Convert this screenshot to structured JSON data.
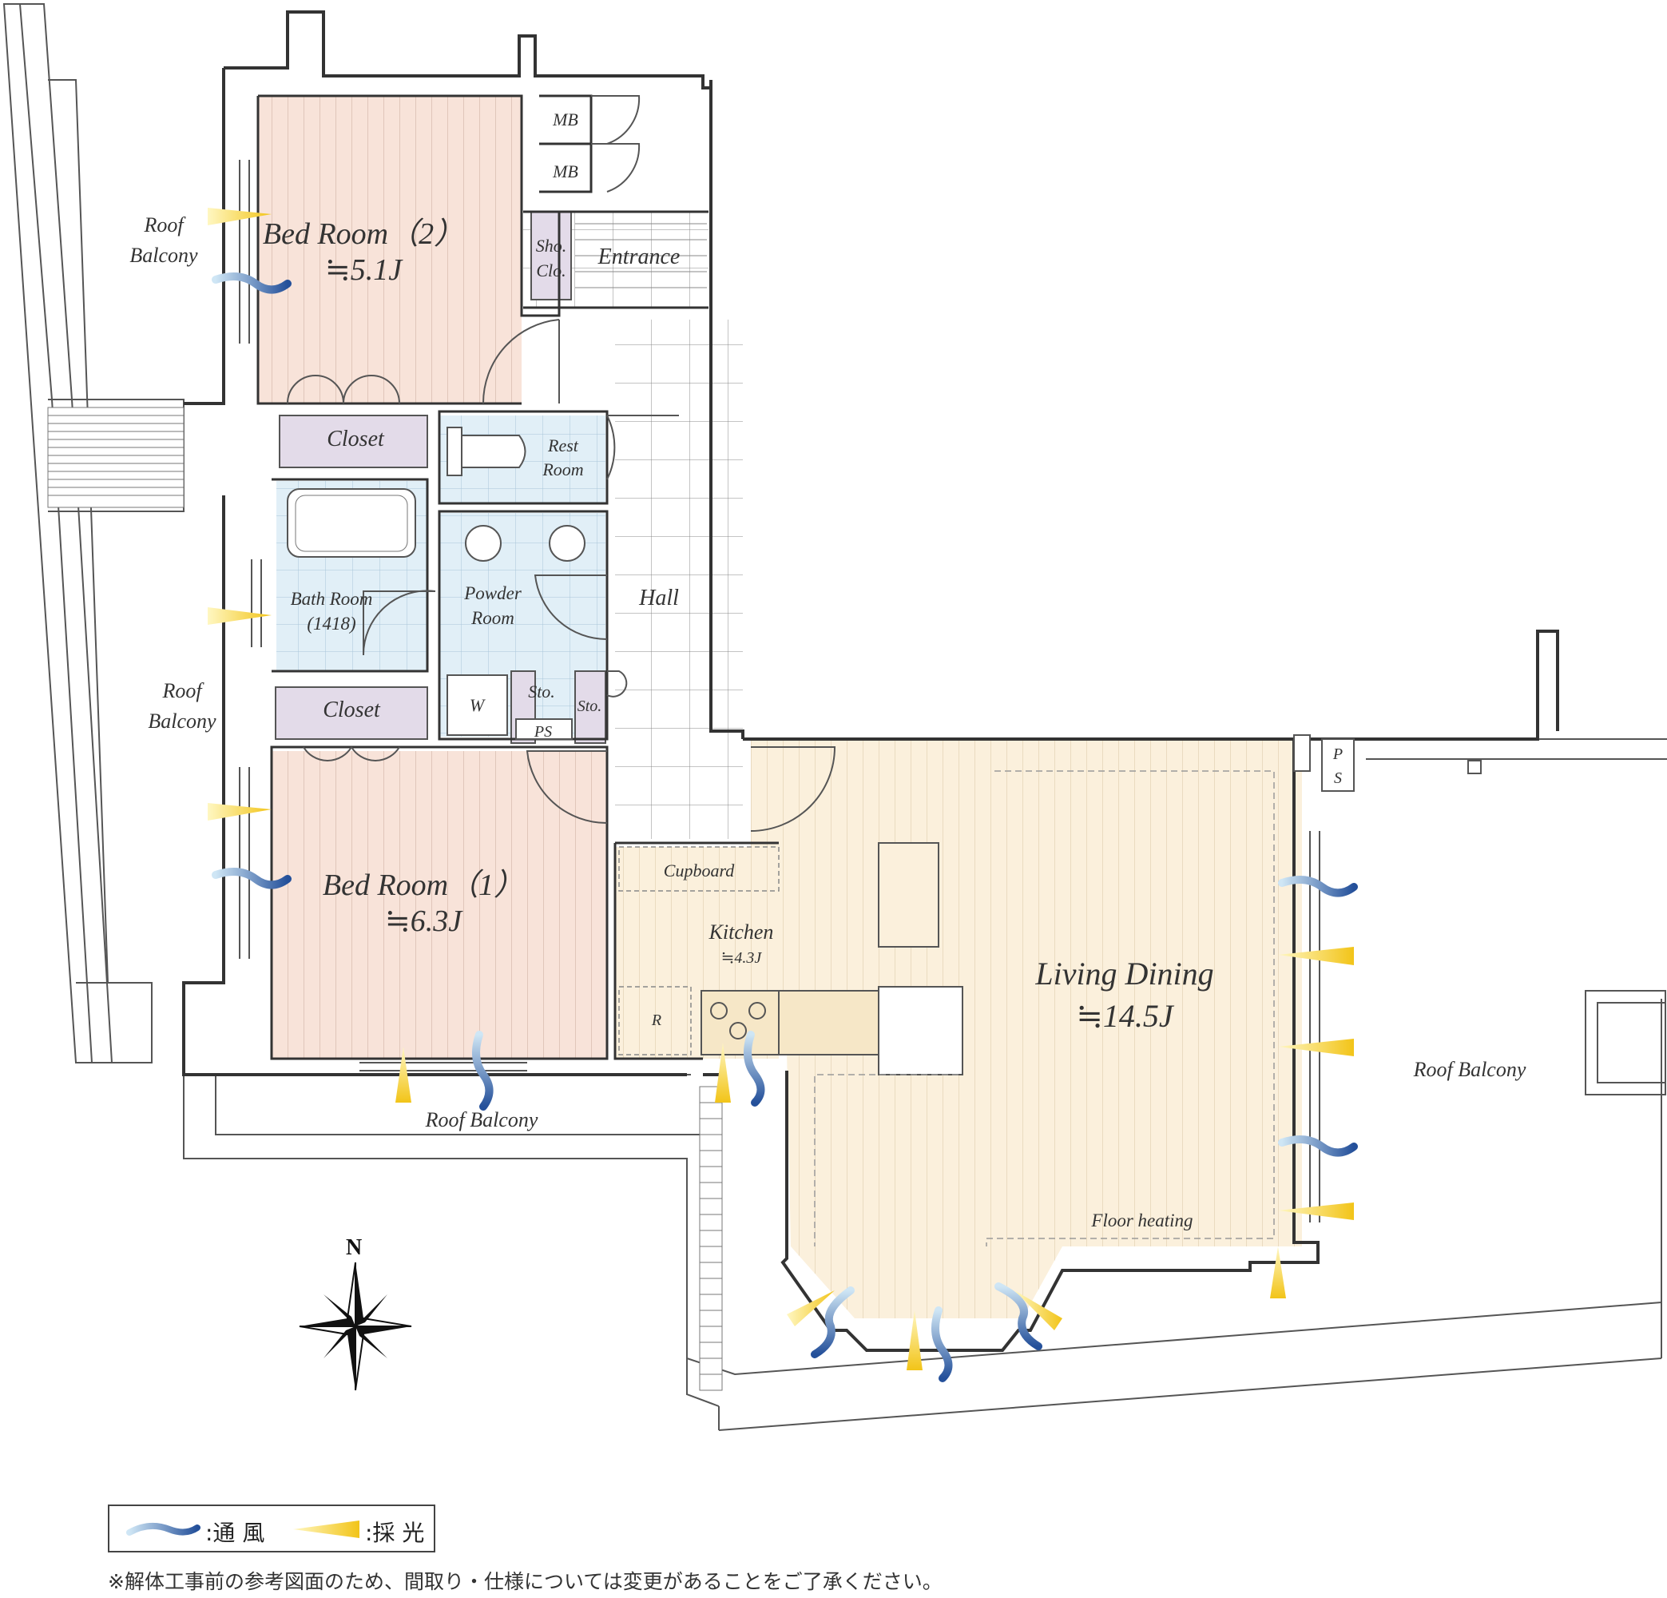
{
  "rooms": {
    "bed2_name": "Bed Room（2）",
    "bed2_size": "≒5.1J",
    "bed1_name": "Bed Room（1）",
    "bed1_size": "≒6.3J",
    "mb1": "MB",
    "mb2": "MB",
    "sho": "Sho.",
    "clo": "Clo.",
    "entrance": "Entrance",
    "closet_top": "Closet",
    "closet_bottom": "Closet",
    "rest_1": "Rest",
    "rest_2": "Room",
    "bath_1": "Bath Room",
    "bath_2": "(1418)",
    "powder_1": "Powder",
    "powder_2": "Room",
    "hall": "Hall",
    "w": "W",
    "sto1": "Sto.",
    "sto2": "Sto.",
    "ps1": "PS",
    "ps2_p": "P",
    "ps2_s": "S",
    "cupboard": "Cupboard",
    "kitchen": "Kitchen",
    "kitchen_size": "≒4.3J",
    "r": "R",
    "living": "Living Dining",
    "living_size": "≒14.5J",
    "floor_heating": "Floor heating"
  },
  "balconies": {
    "top_left_1": "Roof",
    "top_left_2": "Balcony",
    "mid_left_1": "Roof",
    "mid_left_2": "Balcony",
    "bottom": "Roof Balcony",
    "right": "Roof Balcony"
  },
  "compass": {
    "north": "N"
  },
  "legend": {
    "wind": ":通 風",
    "light": ":採 光",
    "wind_color": "#2b5fa8",
    "light_color": "#f2c418"
  },
  "note": "※解体工事前の参考図面のため、間取り・仕様については変更があることをご了承ください。"
}
